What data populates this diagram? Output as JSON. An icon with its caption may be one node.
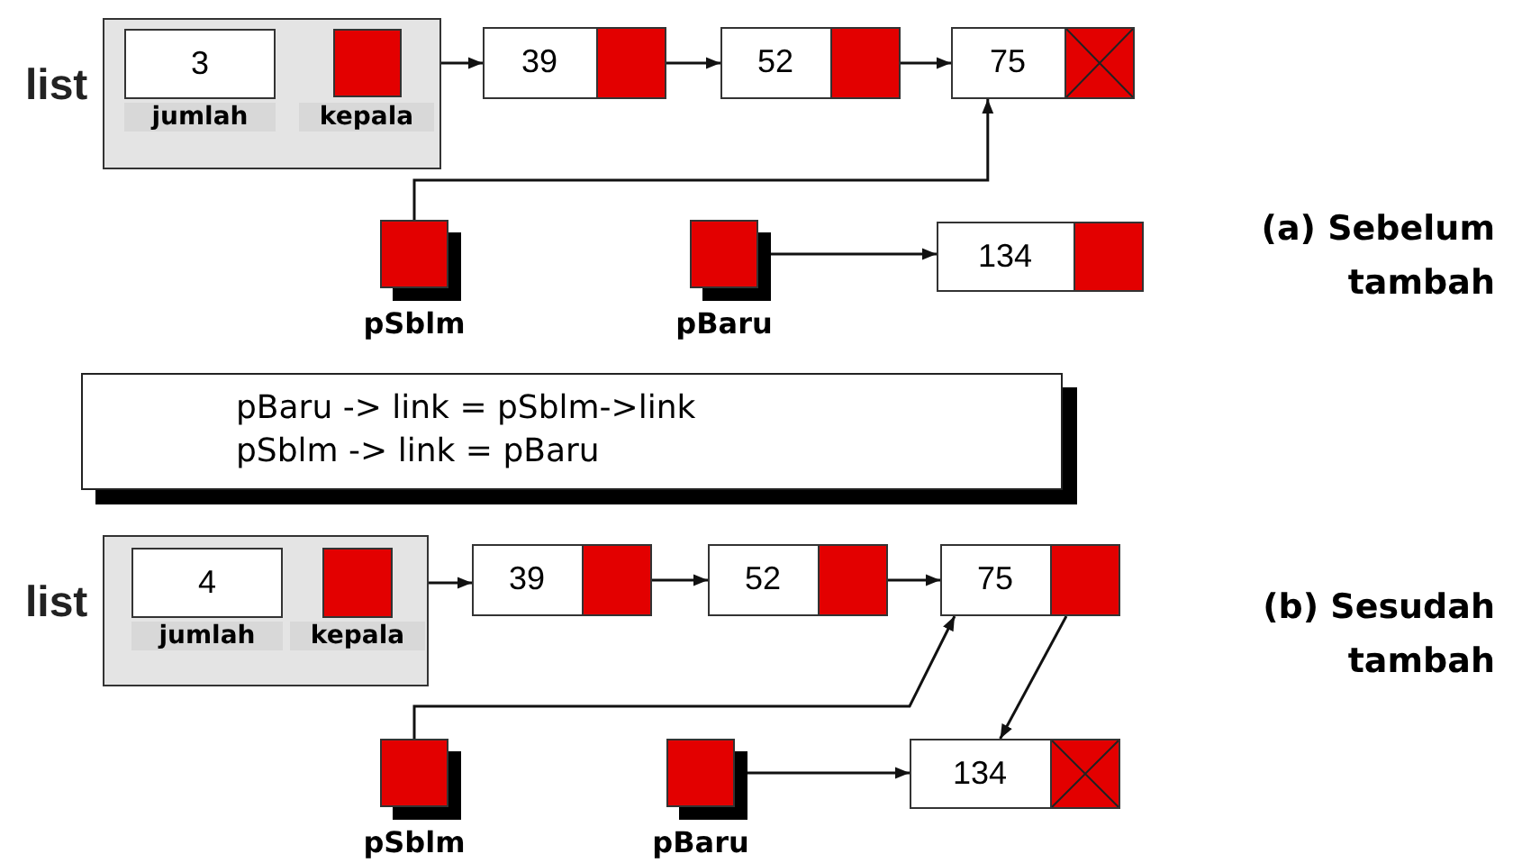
{
  "diagram": {
    "nodes": [
      {
        "text": [
          "list"
        ]
      },
      {
        "text": [
          "3",
          "jumlah"
        ],
        "in": 0
      },
      {
        "text": [
          "kepala"
        ],
        "in": 0
      },
      {
        "text": [
          "39"
        ]
      },
      {
        "text": [
          "52"
        ]
      },
      {
        "text": [
          "75"
        ]
      },
      {
        "text": [
          "pSblm"
        ]
      },
      {
        "text": [
          "pBaru"
        ]
      },
      {
        "text": [
          "134"
        ]
      },
      {
        "text": [
          "pBaru -> link = pSblm->link",
          "pSblm -> link = pBaru"
        ]
      },
      {
        "text": [
          "list"
        ]
      },
      {
        "text": [
          "4",
          "jumlah"
        ],
        "in": 10
      },
      {
        "text": [
          "kepala"
        ],
        "in": 10
      },
      {
        "text": [
          "39"
        ]
      },
      {
        "text": [
          "52"
        ]
      },
      {
        "text": [
          "75"
        ]
      },
      {
        "text": [
          "pSblm"
        ]
      },
      {
        "text": [
          "pBaru"
        ]
      },
      {
        "text": [
          "134"
        ]
      }
    ],
    "edges": [
      {
        "from": 2,
        "to": 3,
        "arrow": "to"
      },
      {
        "from": 3,
        "to": 4,
        "arrow": "to"
      },
      {
        "from": 4,
        "to": 5,
        "arrow": "to"
      },
      {
        "from": 6,
        "to": 5,
        "arrow": "to"
      },
      {
        "from": 7,
        "to": 8,
        "arrow": "to"
      },
      {
        "from": 12,
        "to": 13,
        "arrow": "to"
      },
      {
        "from": 13,
        "to": 14,
        "arrow": "to"
      },
      {
        "from": 14,
        "to": 15,
        "arrow": "to"
      },
      {
        "from": 15,
        "to": 18,
        "arrow": "to"
      },
      {
        "from": 16,
        "to": 15,
        "arrow": "to"
      },
      {
        "from": 17,
        "to": 18,
        "arrow": "to"
      }
    ],
    "labels": [
      "(a) Sebelum tambah",
      "(b) Sesudah tambah"
    ]
  }
}
